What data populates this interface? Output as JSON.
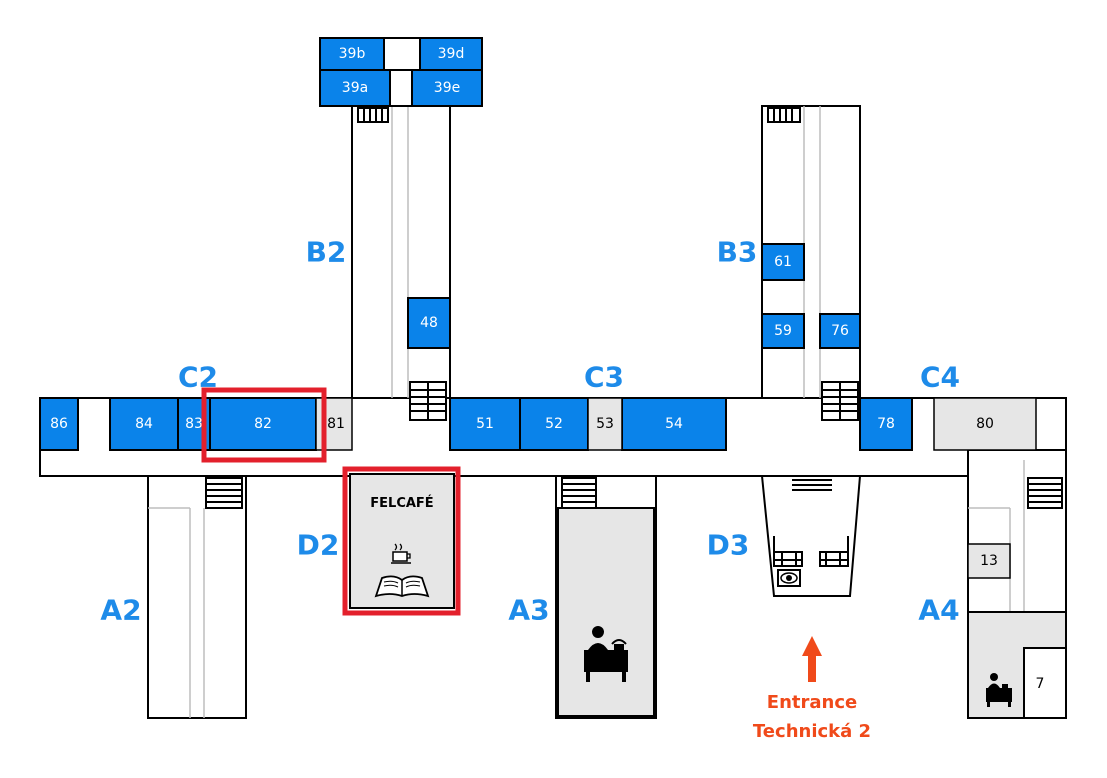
{
  "colors": {
    "room_blue": "#0a83ea",
    "wing_blue": "#1e8be9",
    "highlight": "#e3202c",
    "entrance": "#f04a1a",
    "floor_grey": "#e6e6e6"
  },
  "wings": {
    "b2": "B2",
    "b3": "B3",
    "c2": "C2",
    "c3": "C3",
    "c4": "C4",
    "d2": "D2",
    "d3": "D3",
    "a2": "A2",
    "a3": "A3",
    "a4": "A4"
  },
  "rooms": {
    "r39b": "39b",
    "r39d": "39d",
    "r39a": "39a",
    "r39e": "39e",
    "r48": "48",
    "r61": "61",
    "r59": "59",
    "r76": "76",
    "r86": "86",
    "r84": "84",
    "r83": "83",
    "r82": "82",
    "r81": "81",
    "r51": "51",
    "r52": "52",
    "r53": "53",
    "r54": "54",
    "r78": "78",
    "r80": "80",
    "r13": "13",
    "r7": "7"
  },
  "felcafe": {
    "label": "FELCAFÉ"
  },
  "icons": [
    "stairs-icon",
    "coffee-cup-icon",
    "open-book-icon",
    "reception-desk-icon",
    "eye-icon",
    "entrance-arrow-icon"
  ],
  "entrance": {
    "line1": "Entrance",
    "line2": "Technická 2"
  }
}
